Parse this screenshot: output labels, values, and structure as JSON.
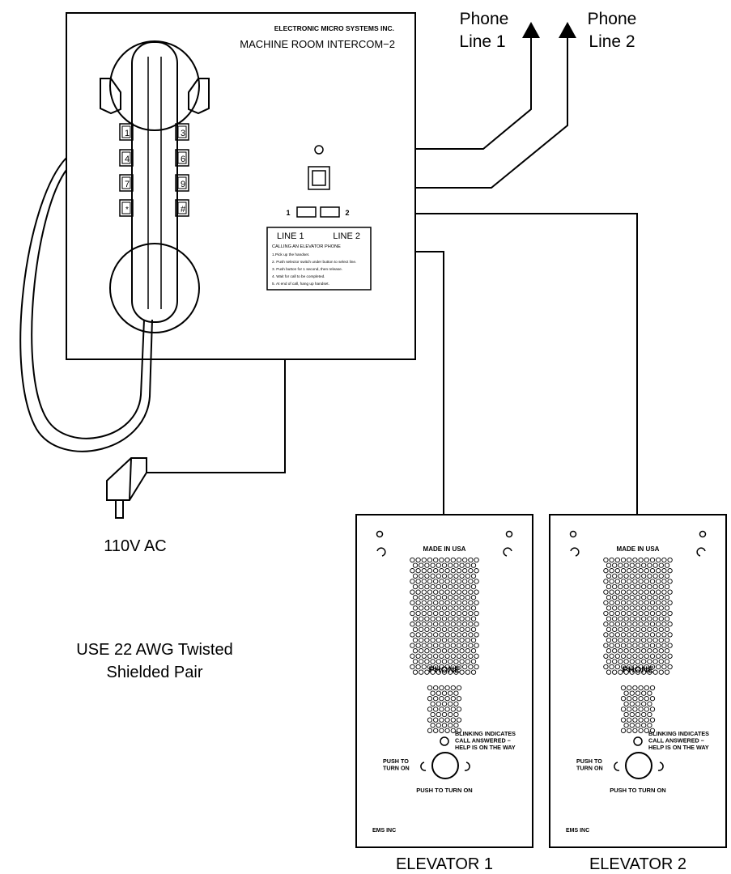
{
  "phone_lines": [
    {
      "line1": "Phone",
      "line2": "Line 1"
    },
    {
      "line1": "Phone",
      "line2": "Line 2"
    }
  ],
  "intercom": {
    "maker": "ELECTRONIC MICRO SYSTEMS INC.",
    "model": "MACHINE ROOM INTERCOM−2",
    "keypad": [
      "1",
      "3",
      "4",
      "6",
      "7",
      "9",
      "*",
      "#"
    ],
    "selector_labels": [
      "1",
      "2"
    ],
    "instructions": {
      "col1": "LINE 1",
      "col2": "LINE 2",
      "heading": "CALLING AN ELEVATOR PHONE",
      "steps": [
        "1.Pick up the handset.",
        "2. Push selector switch under button to select line.",
        "3. Push button for 1 second, then release.",
        "4. Wait for call to be completed.",
        "5. At end of call, hang up handset."
      ]
    }
  },
  "power": {
    "label": "110V AC"
  },
  "cable_note": {
    "line1": "USE 22 AWG Twisted",
    "line2": "Shielded Pair"
  },
  "elevator_phone": {
    "made_in": "MADE IN USA",
    "phone_label": "PHONE",
    "blink_lines": [
      "BLINKING INDICATES",
      "CALL ANSWERED −",
      "HELP IS ON THE WAY"
    ],
    "push_side": [
      "PUSH TO",
      "TURN ON"
    ],
    "push_bottom": "PUSH TO TURN ON",
    "brand": "EMS INC"
  },
  "elevators": [
    {
      "caption": "ELEVATOR 1"
    },
    {
      "caption": "ELEVATOR 2"
    }
  ]
}
